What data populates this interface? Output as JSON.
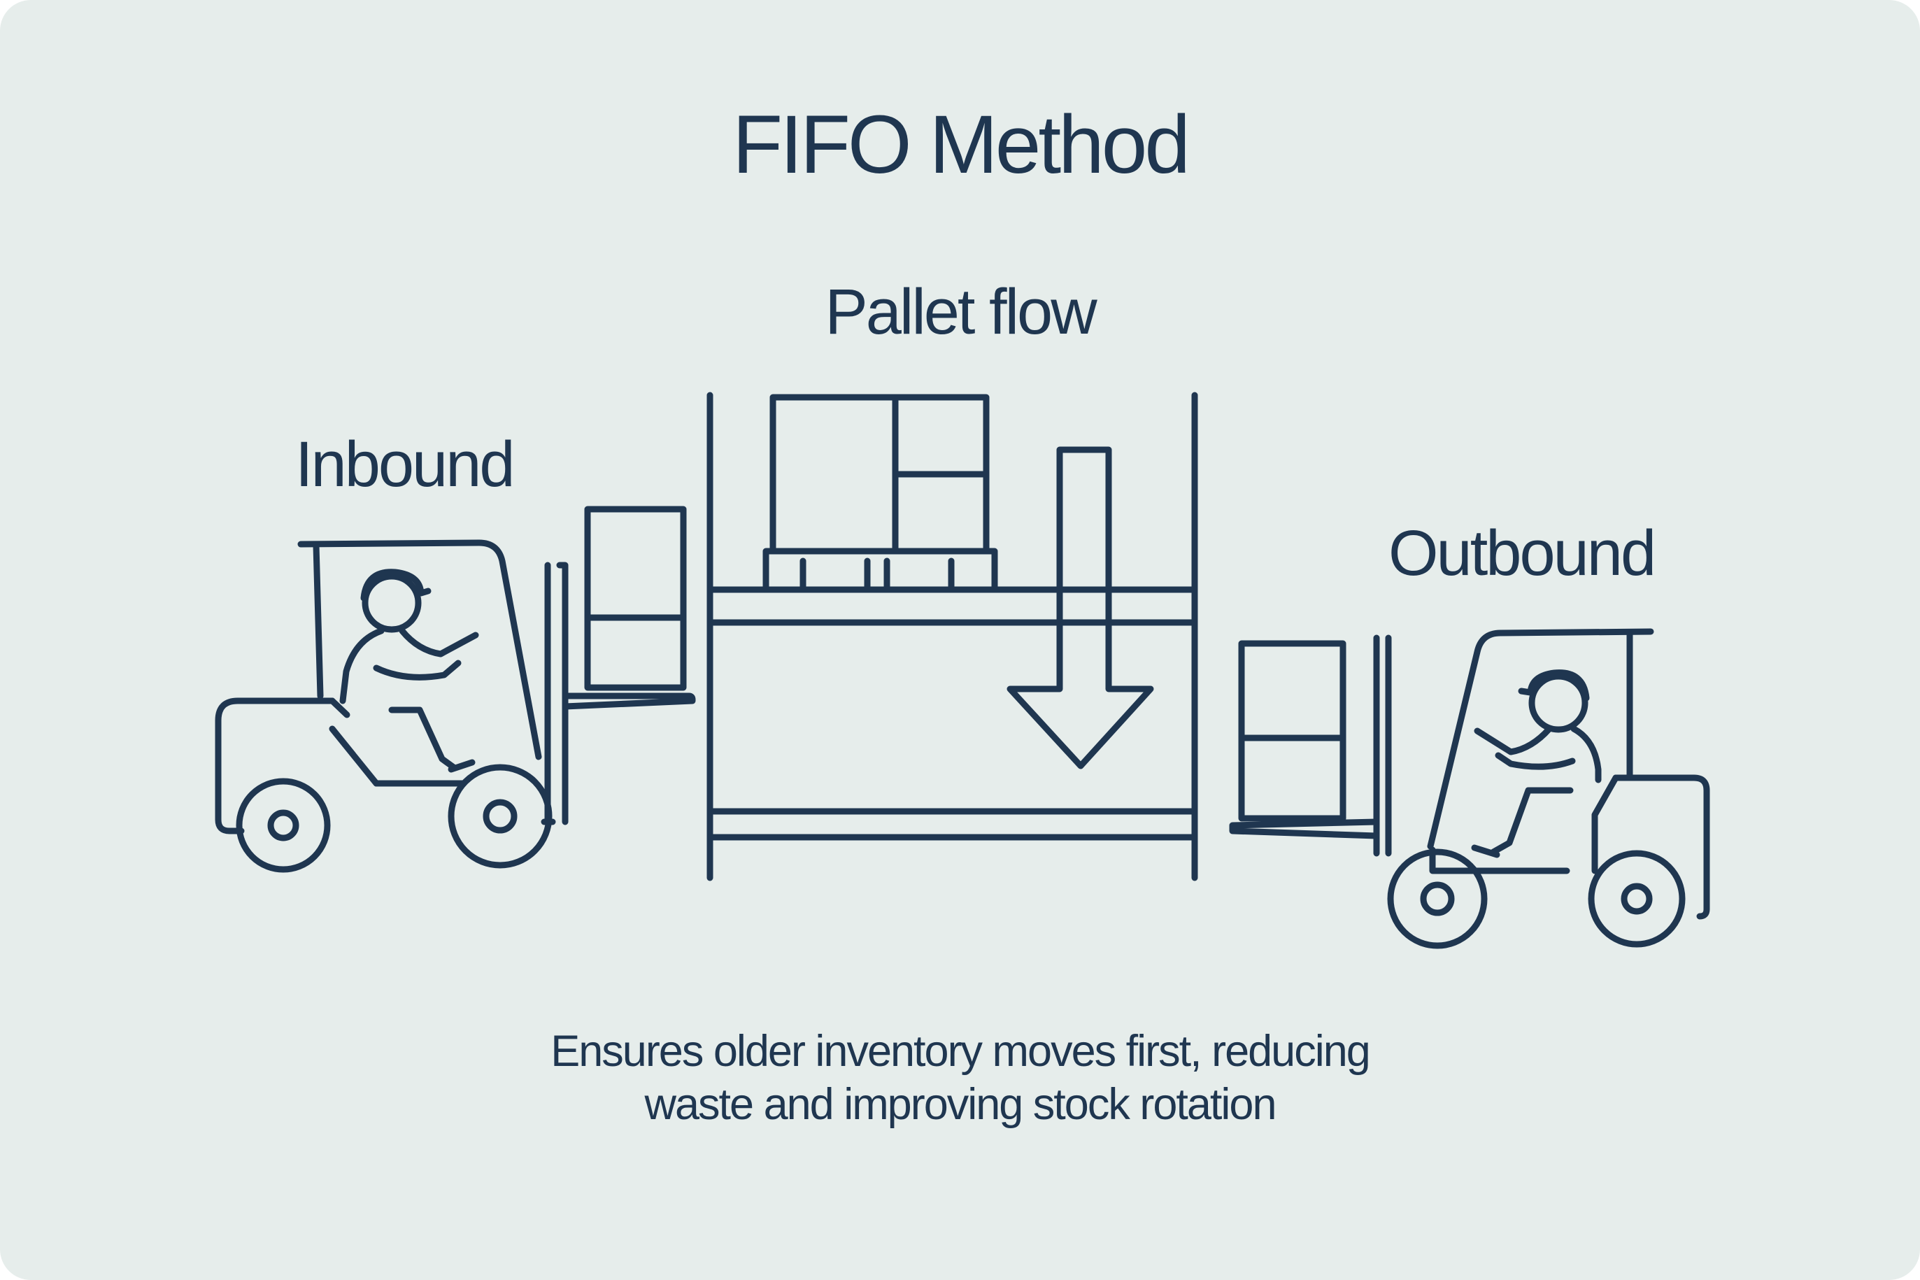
{
  "diagram": {
    "title": "FIFO Method",
    "pallet_flow_label": "Pallet flow",
    "inbound_label": "Inbound",
    "outbound_label": "Outbound",
    "caption_line_1": "Ensures older inventory moves first, reducing",
    "caption_line_2": "waste and improving stock rotation"
  },
  "colors": {
    "background": "#e6edeb",
    "ink": "#1f3650"
  },
  "icons": [
    "forklift-icon",
    "worker-icon",
    "pallet-rack-icon",
    "down-arrow-icon",
    "box-icon"
  ]
}
